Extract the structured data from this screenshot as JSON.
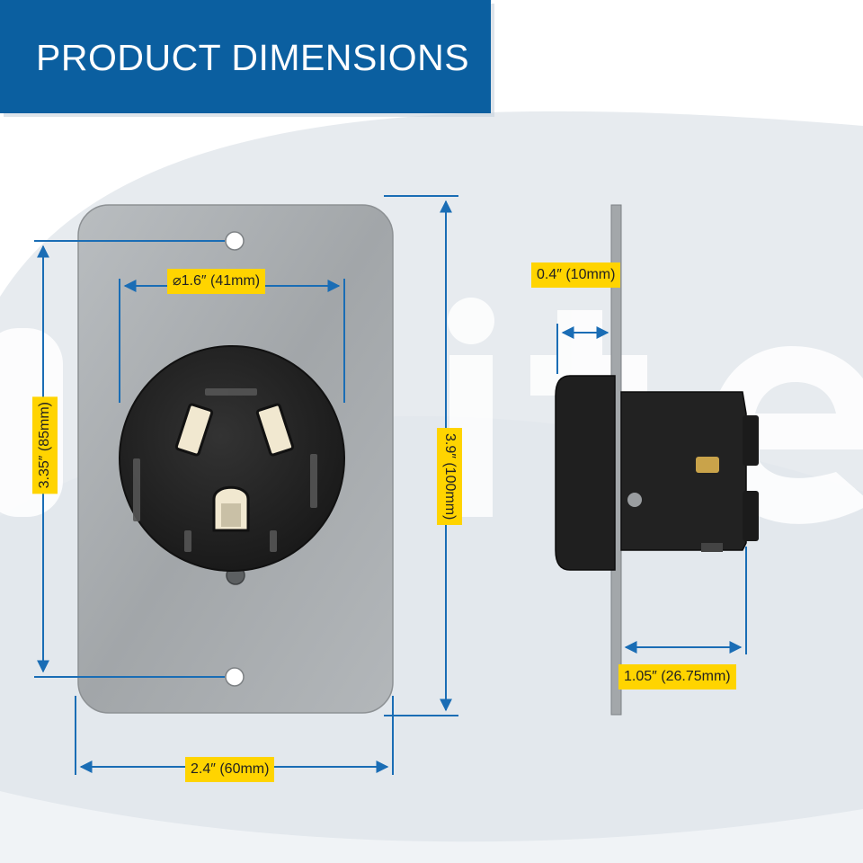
{
  "header": {
    "title": "PRODUCT DIMENSIONS"
  },
  "colors": {
    "banner": "#0b5fa0",
    "dimension_line": "#1a6db5",
    "label_background": "#ffd400",
    "plate": "#a9adb0",
    "receptacle": "#232323"
  },
  "front_view": {
    "width_label": "2.4″ (60mm)",
    "height_label": "3.9″ (100mm)",
    "hole_spacing_label": "3.35″ (85mm)",
    "diameter_label": "⌀1.6″ (41mm)"
  },
  "side_view": {
    "face_depth_label": "0.4″ (10mm)",
    "body_depth_label": "1.05″ (26.75mm)"
  }
}
